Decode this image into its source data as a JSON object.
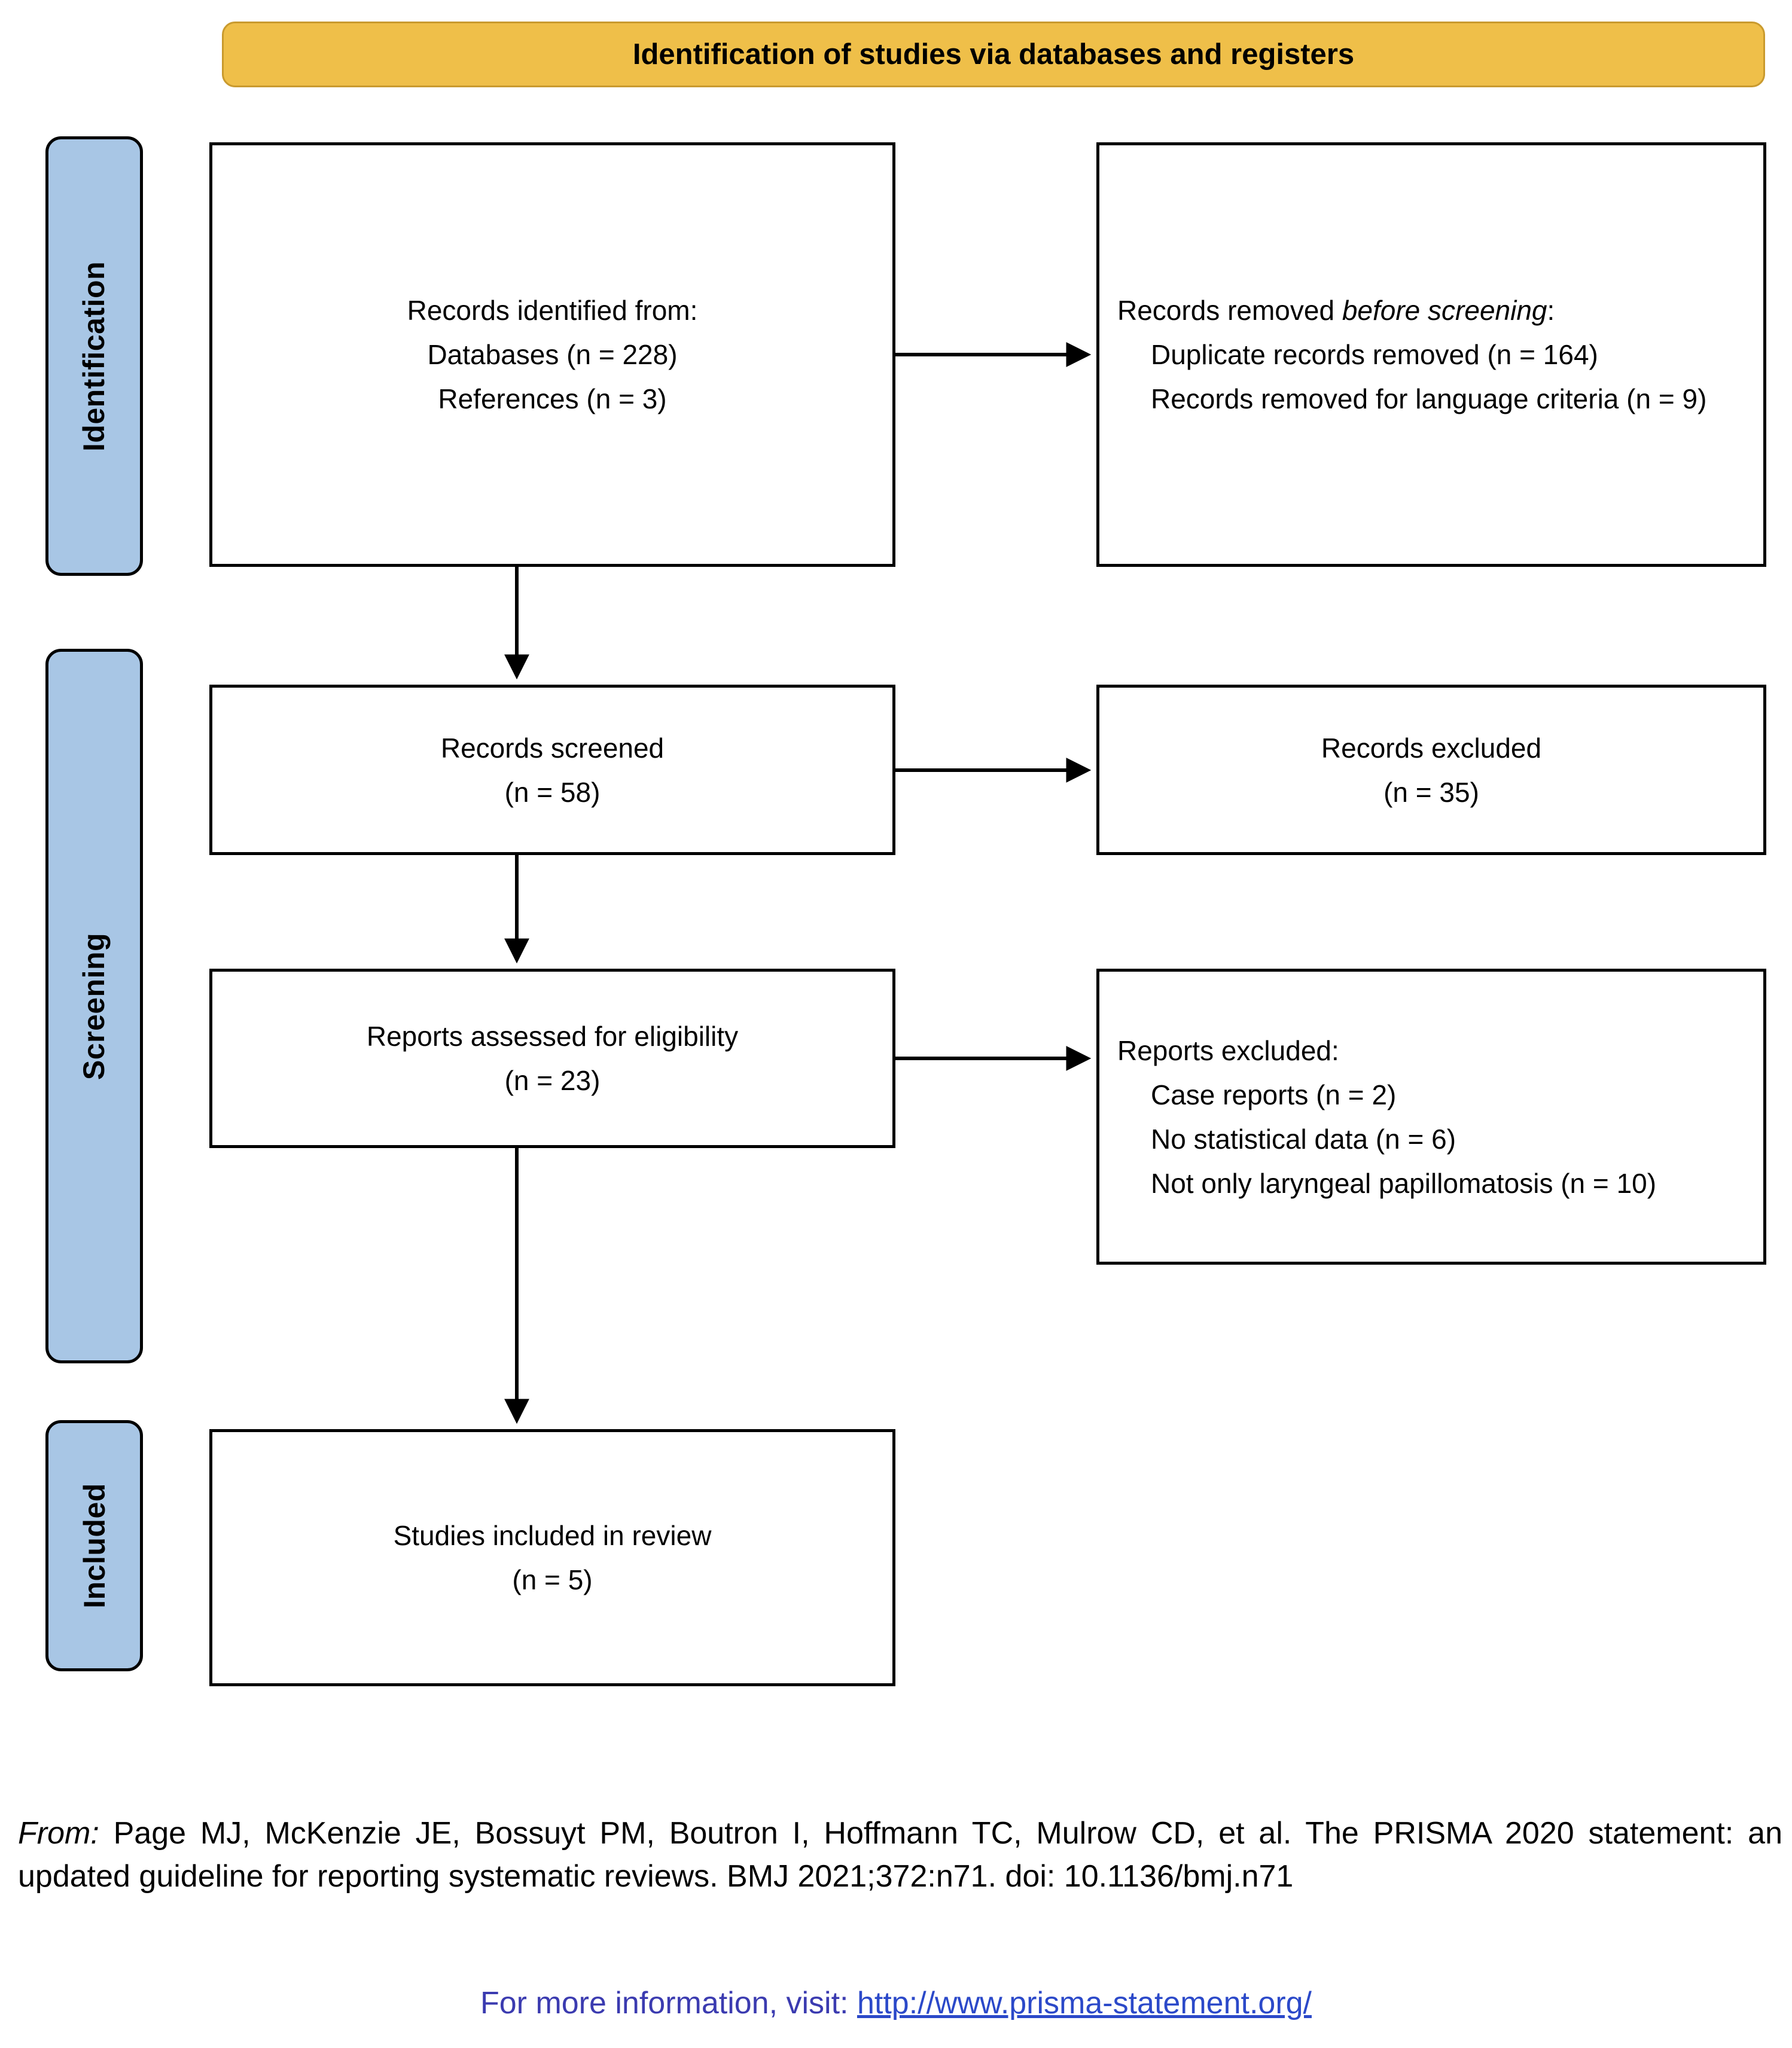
{
  "header": {
    "title": "Identification of studies via databases and registers",
    "bg_color": "#EFBF49"
  },
  "stages": [
    {
      "name": "identification",
      "label": "Identification",
      "bg_color": "#A8C6E5"
    },
    {
      "name": "screening",
      "label": "Screening",
      "bg_color": "#A8C6E5"
    },
    {
      "name": "included",
      "label": "Included",
      "bg_color": "#A8C6E5"
    }
  ],
  "boxes": {
    "identified": {
      "line1": "Records identified from:",
      "line2": "Databases (n = 228)",
      "line3": "References (n = 3)"
    },
    "removed_before_screening": {
      "title_plain": "Records removed ",
      "title_italic": "before screening",
      "title_colon": ":",
      "line1": "Duplicate records removed (n = 164)",
      "line2": "Records removed for language criteria (n = 9)"
    },
    "screened": {
      "line1": "Records screened",
      "line2": "(n = 58)"
    },
    "records_excluded": {
      "line1": "Records excluded",
      "line2": "(n = 35)"
    },
    "reports_assessed": {
      "line1": "Reports assessed for eligibility",
      "line2": "(n = 23)"
    },
    "reports_excluded": {
      "title": "Reports excluded:",
      "line1": "Case reports (n = 2)",
      "line2": "No statistical data (n = 6)",
      "line3": "Not only laryngeal papillomatosis (n = 10)"
    },
    "included": {
      "line1": "Studies included in review",
      "line2": "(n = 5)"
    }
  },
  "footer": {
    "from_label": "From:",
    "citation": "Page MJ, McKenzie JE, Bossuyt PM, Boutron I, Hoffmann TC, Mulrow CD, et al. The PRISMA 2020 statement: an updated guideline for reporting systematic reviews. BMJ 2021;372:n71. doi: 10.1136/bmj.n71",
    "more_info_label": "For more information, visit:",
    "link_text": "http://www.prisma-statement.org/",
    "link_color": "#2B49C9"
  }
}
